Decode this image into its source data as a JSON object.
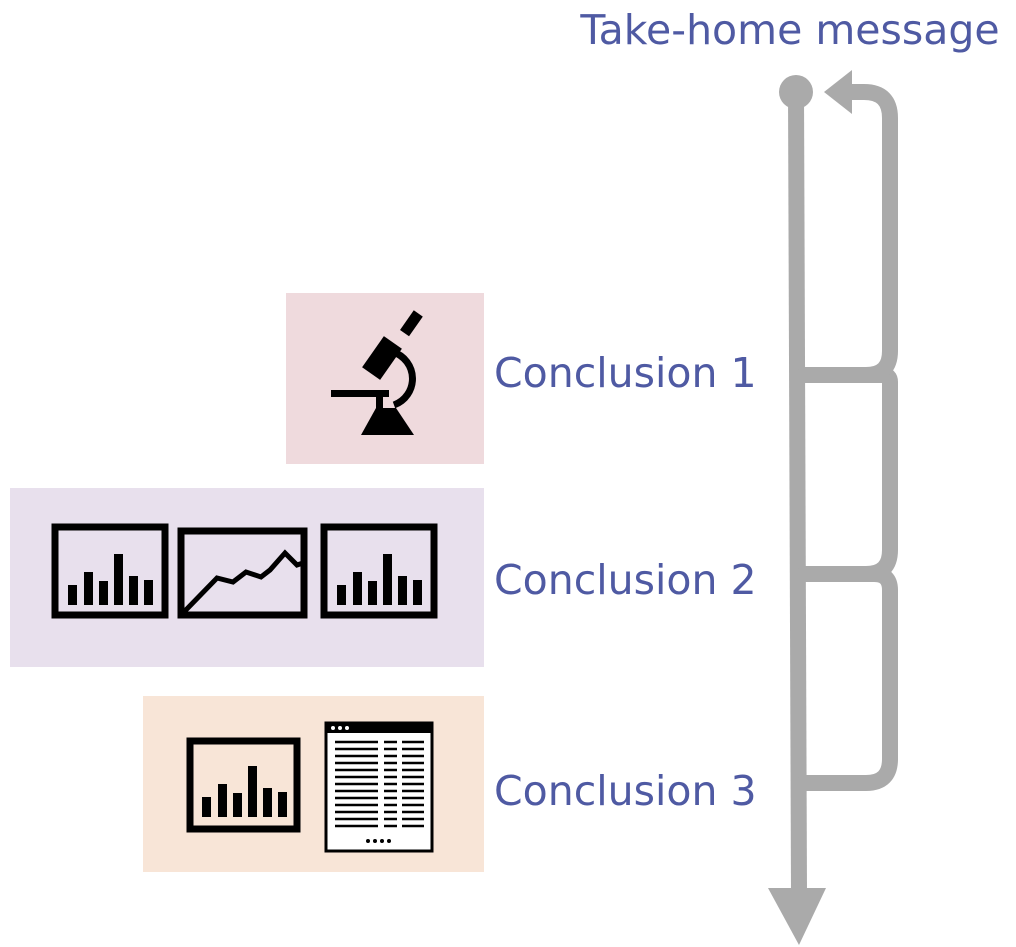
{
  "title": "Take-home message",
  "conclusions": [
    {
      "label": "Conclusion 1",
      "panel_color": "#efdadd",
      "icons": [
        "microscope-icon"
      ]
    },
    {
      "label": "Conclusion 2",
      "panel_color": "#e8e0ed",
      "icons": [
        "bar-chart-icon",
        "line-chart-icon",
        "bar-chart-icon"
      ]
    },
    {
      "label": "Conclusion 3",
      "panel_color": "#f8e5d7",
      "icons": [
        "bar-chart-icon",
        "table-window-icon"
      ]
    }
  ],
  "colors": {
    "text": "#4f5aa3",
    "arrow": "#aaaaaa",
    "icon": "#000000"
  }
}
